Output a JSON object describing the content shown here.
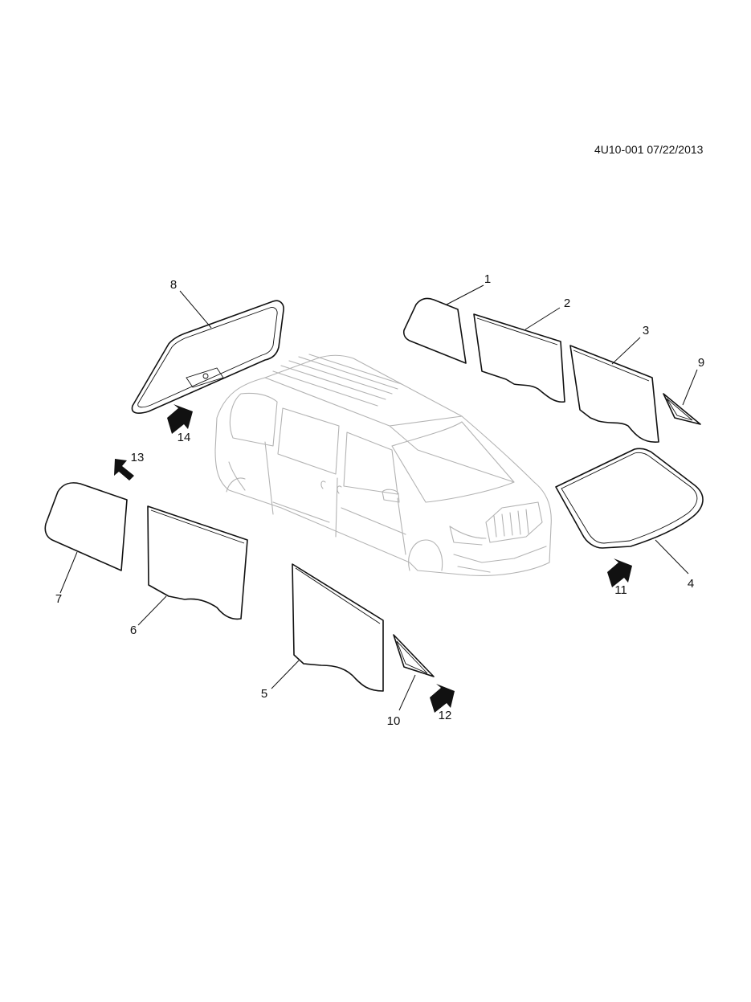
{
  "document_id": "4U10-001 07/22/2013",
  "callouts": [
    {
      "id": "1",
      "label": "1"
    },
    {
      "id": "2",
      "label": "2"
    },
    {
      "id": "3",
      "label": "3"
    },
    {
      "id": "4",
      "label": "4"
    },
    {
      "id": "5",
      "label": "5"
    },
    {
      "id": "6",
      "label": "6"
    },
    {
      "id": "7",
      "label": "7"
    },
    {
      "id": "8",
      "label": "8"
    },
    {
      "id": "9",
      "label": "9"
    },
    {
      "id": "10",
      "label": "10"
    },
    {
      "id": "11",
      "label": "11"
    },
    {
      "id": "12",
      "label": "12"
    },
    {
      "id": "13",
      "label": "13"
    },
    {
      "id": "14",
      "label": "14"
    }
  ],
  "colors": {
    "line": "#111111",
    "vehicle_outline": "#b3b3b3",
    "background": "#ffffff"
  }
}
